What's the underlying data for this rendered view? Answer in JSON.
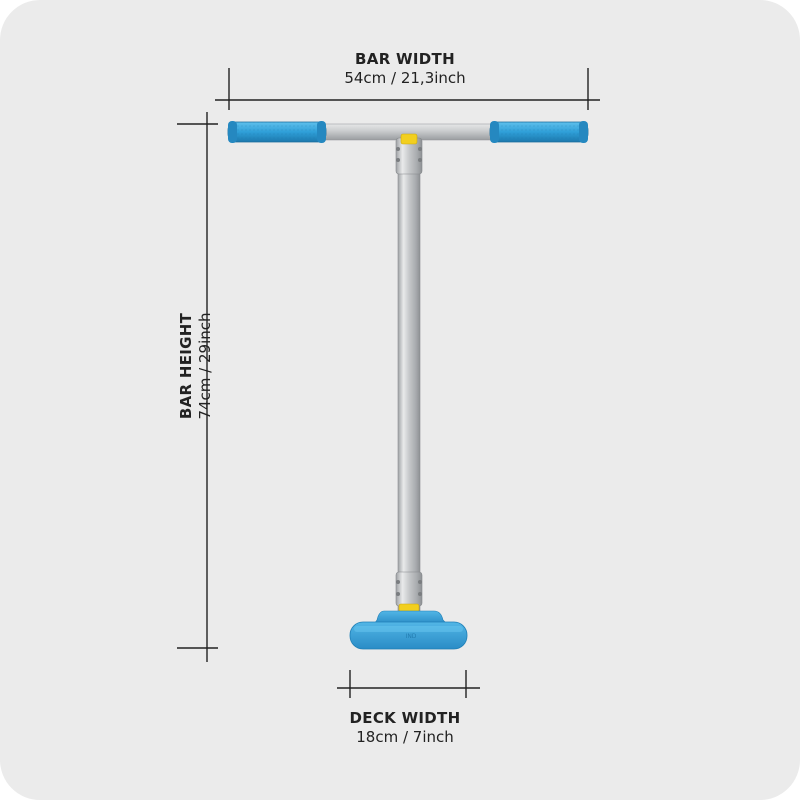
{
  "bar_width": {
    "title": "BAR WIDTH",
    "value": "54cm / 21,3inch"
  },
  "bar_height": {
    "title": "BAR HEIGHT",
    "value": "74cm / 29inch"
  },
  "deck_width": {
    "title": "DECK WIDTH",
    "value": "18cm / 7inch"
  },
  "colors": {
    "background": "#ebebeb",
    "grip": "#2f9fd8",
    "bar_metal": "#c4c6c8",
    "collar": "#f2cf1f",
    "deck": "#3aa6dc",
    "dimension_line": "#222222"
  }
}
